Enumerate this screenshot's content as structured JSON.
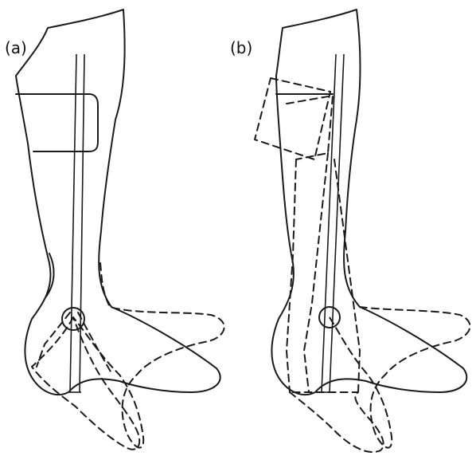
{
  "panels": [
    {
      "id": "a",
      "label": "(a)"
    },
    {
      "id": "b",
      "label": "(b)"
    }
  ],
  "colors": {
    "line": "#1a1a1a",
    "background": "#ffffff"
  }
}
